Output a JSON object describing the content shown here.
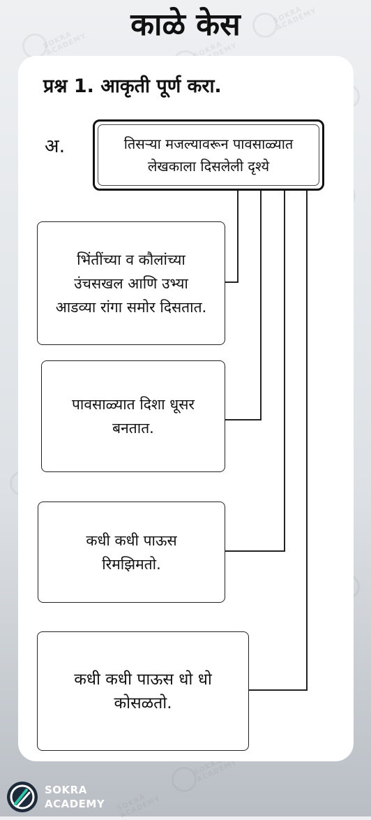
{
  "title": "काळे केस",
  "question": "प्रश्न 1. आकृती पूर्ण करा.",
  "sub_label": "अ.",
  "center": "तिसऱ्या मजल्यावरून पावसाळ्यात लेखकाला दिसलेली दृश्ये",
  "leaves": [
    "भिंतींच्या व कौलांच्या उंचसखल आणि उभ्या आडव्या रांगा समोर दिसतात.",
    "पावसाळ्यात दिशा धूसर बनतात.",
    "कधी कधी पाऊस रिमझिमतो.",
    "कधी कधी पाऊस धो धो कोसळतो."
  ],
  "watermark": "SOKRA ACADEMY",
  "brand": {
    "line1": "SOKRA",
    "line2": "ACADEMY"
  }
}
